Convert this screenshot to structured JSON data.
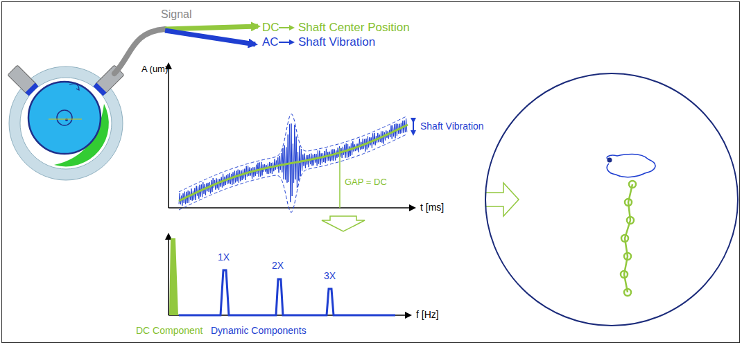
{
  "diagram": {
    "labels": [
      "Signal",
      "DC",
      "Shaft Center Position",
      "AC",
      "Shaft Vibration",
      "A (um)",
      "Shaft Vibration",
      "GAP = DC",
      "t [ms]",
      "1X",
      "2X",
      "3X",
      "f [Hz]",
      "DC Component",
      "Dynamic Components"
    ]
  }
}
